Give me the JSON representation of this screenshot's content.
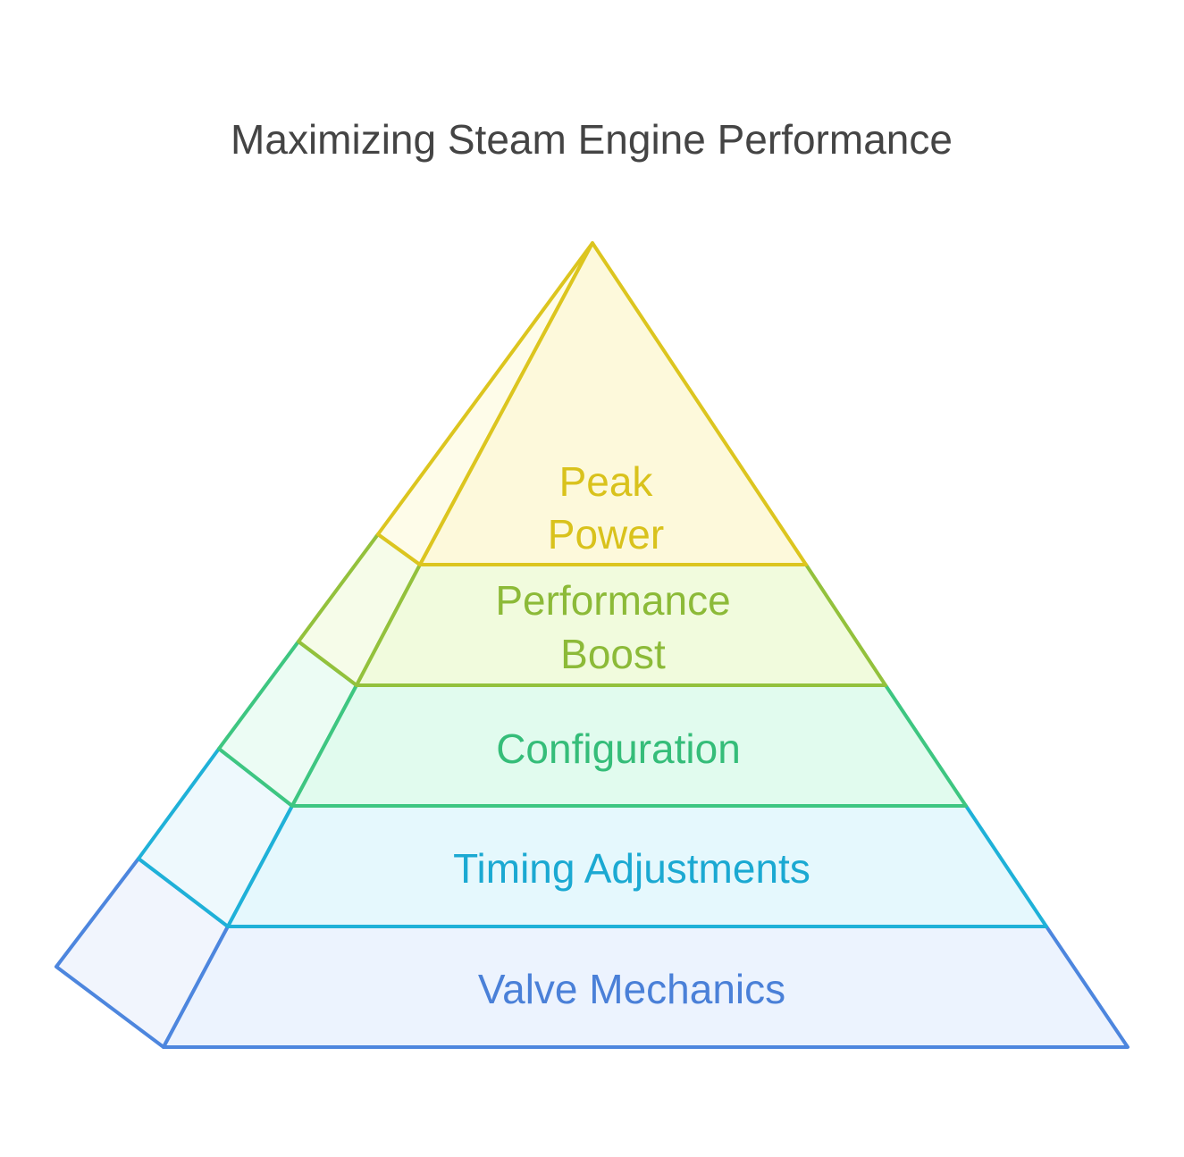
{
  "diagram": {
    "title": "Maximizing Steam Engine Performance",
    "tiers": [
      {
        "id": "peak-power",
        "lines": [
          "Peak",
          "Power"
        ],
        "stroke": "#dcc51f",
        "fill_front": "#fdf9db",
        "fill_side": "#fefce9",
        "text_color": "#d9c21c"
      },
      {
        "id": "performance-boost",
        "lines": [
          "Performance",
          "Boost"
        ],
        "stroke": "#93c13c",
        "fill_front": "#f1fbdd",
        "fill_side": "#f6fce9",
        "text_color": "#8cba38"
      },
      {
        "id": "configuration",
        "lines": [
          "Configuration"
        ],
        "stroke": "#3ec681",
        "fill_front": "#e1fbee",
        "fill_side": "#ecfcf4",
        "text_color": "#35bd79"
      },
      {
        "id": "timing-adjustments",
        "lines": [
          "Timing Adjustments"
        ],
        "stroke": "#1fb1d8",
        "fill_front": "#e5f8fd",
        "fill_side": "#eef9fd",
        "text_color": "#1ba9d2"
      },
      {
        "id": "valve-mechanics",
        "lines": [
          "Valve Mechanics"
        ],
        "stroke": "#4d86de",
        "fill_front": "#ecf3fe",
        "fill_side": "#f1f5fd",
        "text_color": "#4a80d8"
      }
    ]
  }
}
